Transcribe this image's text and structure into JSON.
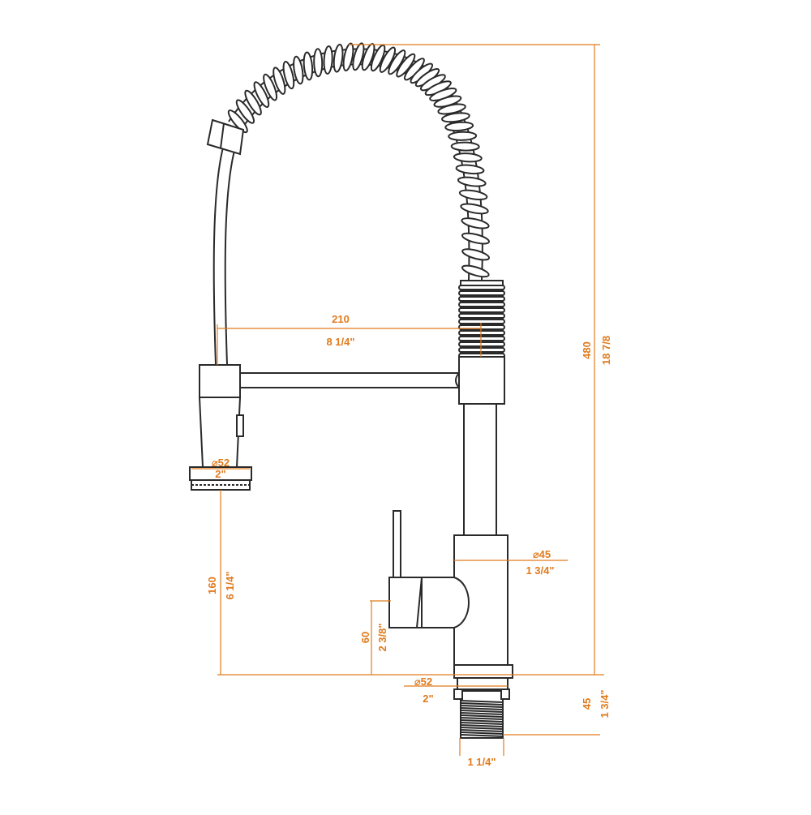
{
  "colors": {
    "drawing": "#2a2a2a",
    "dimension": "#e07b1e",
    "background": "#ffffff"
  },
  "dimensions": {
    "reach": {
      "metric": "210",
      "imperial": "8 1/4\""
    },
    "height": {
      "metric": "480",
      "imperial": "18 7/8"
    },
    "spray_head_diameter": {
      "metric": "⌀52",
      "imperial": "2\""
    },
    "spout_height": {
      "metric": "160",
      "imperial": "6 1/4\""
    },
    "body_diameter": {
      "metric": "⌀45",
      "imperial": "1 3/4\""
    },
    "handle_height": {
      "metric": "60",
      "imperial": "2 3/8\""
    },
    "base_diameter": {
      "metric": "⌀52",
      "imperial": "2\""
    },
    "shank_length": {
      "metric": "45",
      "imperial": "1 3/4\""
    },
    "shank_diameter": {
      "imperial": "1 1/4\""
    }
  }
}
